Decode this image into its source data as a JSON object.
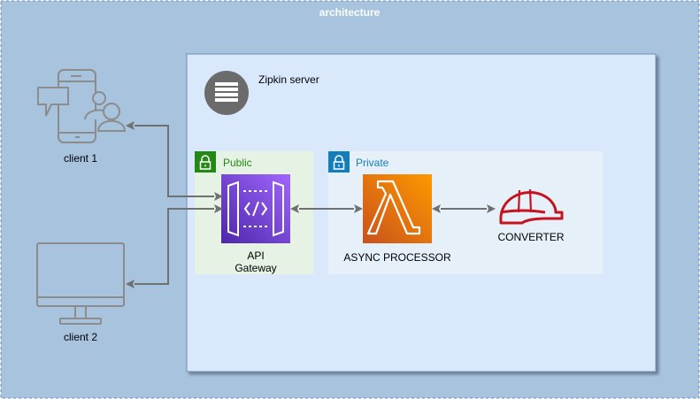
{
  "title": "architecture",
  "zipkin": {
    "label": "Zipkin server",
    "icon": "server-icon"
  },
  "clients": [
    {
      "label": "client 1",
      "icon": "mobile-users-icon"
    },
    {
      "label": "client 2",
      "icon": "desktop-monitor-icon"
    }
  ],
  "groups": {
    "public": {
      "label": "Public",
      "icon": "lock-icon",
      "color": "#248814"
    },
    "private": {
      "label": "Private",
      "icon": "lock-icon",
      "color": "#147EBA"
    }
  },
  "services": {
    "api_gateway": {
      "label_line1": "API",
      "label_line2": "Gateway",
      "icon": "api-gateway-icon"
    },
    "async_processor": {
      "label": "ASYNC PROCESSOR",
      "icon": "lambda-icon"
    },
    "converter": {
      "label": "CONVERTER",
      "icon": "hard-hat-icon"
    }
  },
  "colors": {
    "outer_bg": "#A7C3DE",
    "inner_bg": "#DAE8FC",
    "public_bg": "#E6F2E4",
    "private_bg": "#E6F0F8",
    "api_gateway": "#7B33E0",
    "lambda": "#E8761A",
    "converter": "#C7131F",
    "arrow": "#707070",
    "outline_gray": "#8C8C8C"
  }
}
